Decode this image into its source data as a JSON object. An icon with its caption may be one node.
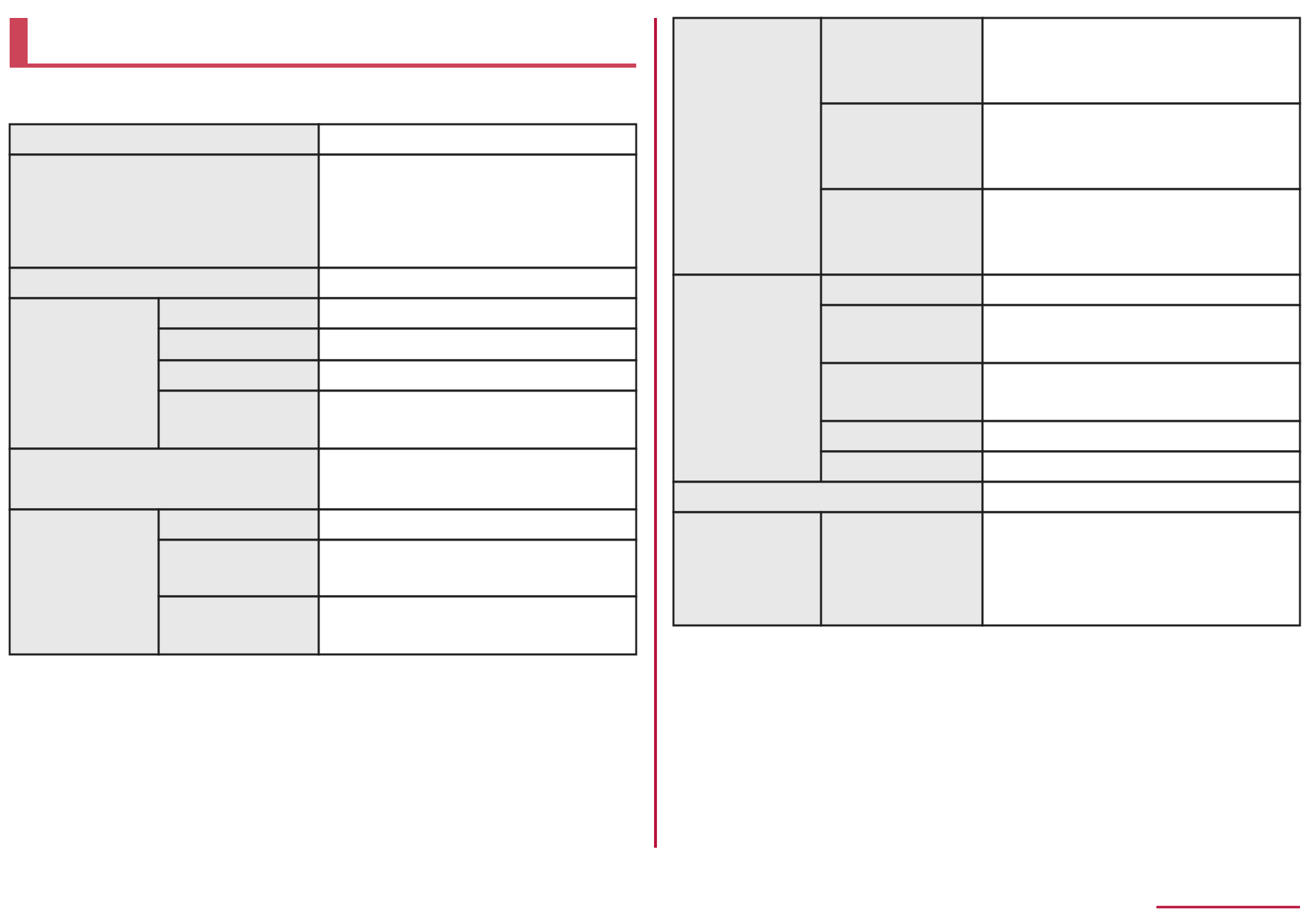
{
  "diagram": {
    "nodes": [
      {
        "text": [],
        "shape": "box"
      },
      {
        "text": [],
        "shape": "box"
      },
      {
        "text": [],
        "shape": "box"
      },
      {
        "text": [],
        "shape": "box"
      },
      {
        "text": [],
        "shape": "box"
      },
      {
        "text": [],
        "shape": "box"
      },
      {
        "text": [],
        "shape": "box"
      },
      {
        "text": [],
        "shape": "box"
      },
      {
        "text": [],
        "shape": "box"
      },
      {
        "text": [],
        "shape": "box"
      },
      {
        "text": [],
        "shape": "box"
      },
      {
        "text": [],
        "shape": "box"
      },
      {
        "text": [],
        "shape": "box"
      },
      {
        "text": [],
        "shape": "box"
      },
      {
        "text": [],
        "shape": "box"
      },
      {
        "text": [],
        "shape": "box"
      },
      {
        "text": [],
        "shape": "box"
      },
      {
        "text": [],
        "shape": "box"
      },
      {
        "text": [],
        "shape": "box"
      },
      {
        "text": [],
        "shape": "box"
      },
      {
        "text": [],
        "shape": "box"
      },
      {
        "text": [],
        "shape": "box"
      },
      {
        "text": [],
        "shape": "box"
      },
      {
        "text": [],
        "shape": "box"
      },
      {
        "text": [],
        "shape": "box"
      },
      {
        "text": [],
        "shape": "box"
      },
      {
        "text": [],
        "shape": "box"
      },
      {
        "text": [],
        "shape": "box"
      },
      {
        "text": [],
        "shape": "box"
      },
      {
        "text": [],
        "shape": "box"
      },
      {
        "text": [],
        "shape": "box"
      },
      {
        "text": [],
        "shape": "box"
      },
      {
        "text": [],
        "shape": "box"
      },
      {
        "text": [],
        "shape": "box"
      },
      {
        "text": [],
        "shape": "box"
      },
      {
        "text": [],
        "shape": "box"
      },
      {
        "text": [],
        "shape": "box"
      },
      {
        "text": [],
        "shape": "box"
      },
      {
        "text": [],
        "shape": "box"
      },
      {
        "text": [],
        "shape": "box"
      },
      {
        "text": [],
        "shape": "box"
      },
      {
        "text": [],
        "shape": "box"
      },
      {
        "text": [],
        "shape": "box"
      },
      {
        "text": [],
        "shape": "box"
      },
      {
        "text": [],
        "shape": "box"
      },
      {
        "text": [],
        "shape": "box"
      },
      {
        "text": [],
        "shape": "box"
      }
    ]
  }
}
